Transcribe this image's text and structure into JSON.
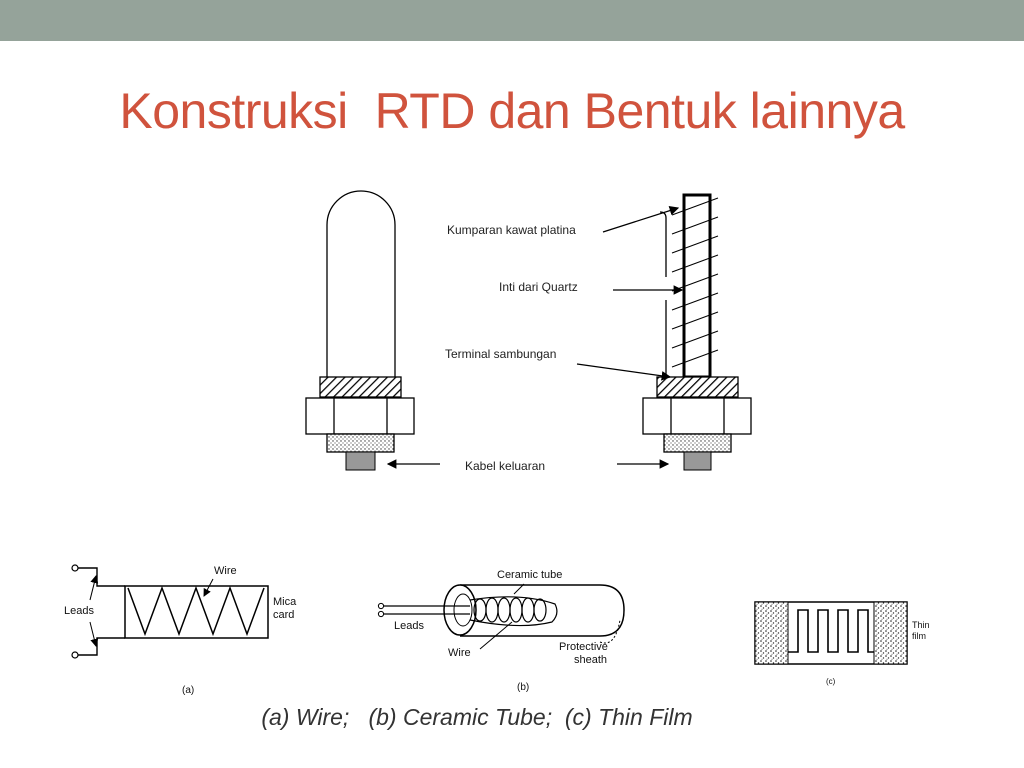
{
  "slide": {
    "title": "Konstruksi  RTD dan Bentuk lainnya",
    "caption": "(a) Wire;   (b) Ceramic Tube;  (c) Thin Film",
    "accent_color": "#d0533d",
    "band_color": "#95a39a"
  },
  "rtd_diagram": {
    "labels": {
      "coil": "Kumparan kawat platina",
      "core": "Inti dari Quartz",
      "terminal": "Terminal sambungan",
      "cable": "Kabel keluaran"
    }
  },
  "wire_type": {
    "wire": "Wire",
    "leads": "Leads",
    "mica": "Mica",
    "card": "card",
    "tag": "(a)"
  },
  "ceramic_type": {
    "tube": "Ceramic tube",
    "leads": "Leads",
    "wire": "Wire",
    "protective": "Protective",
    "sheath": "sheath",
    "tag": "(b)"
  },
  "film_type": {
    "thin": "Thin",
    "film": "film",
    "tag": "(c)"
  }
}
